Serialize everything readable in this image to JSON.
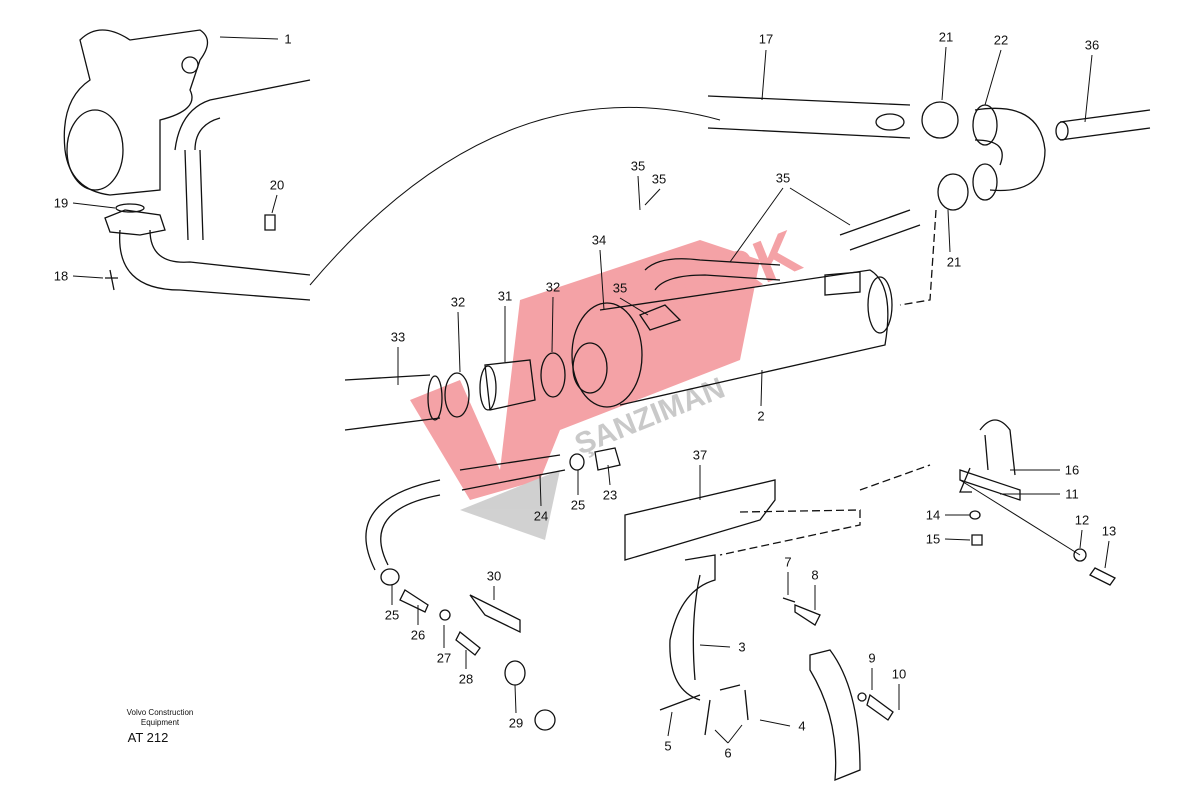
{
  "diagram": {
    "part_labels": [
      "1",
      "17",
      "21",
      "22",
      "36",
      "20",
      "19",
      "18",
      "35",
      "35",
      "35",
      "34",
      "35",
      "32",
      "31",
      "32",
      "33",
      "2",
      "21",
      "16",
      "11",
      "14",
      "15",
      "12",
      "13",
      "37",
      "24",
      "25",
      "23",
      "30",
      "7",
      "8",
      "3",
      "9",
      "10",
      "4",
      "5",
      "6",
      "25",
      "26",
      "27",
      "28",
      "29"
    ],
    "caption_line1": "Volvo Construction",
    "caption_line2": "Equipment",
    "code": "AT 212"
  },
  "watermark": {
    "text1": "TÜRK",
    "text2": "ŞANZIMAN",
    "color": "#e8323c"
  }
}
